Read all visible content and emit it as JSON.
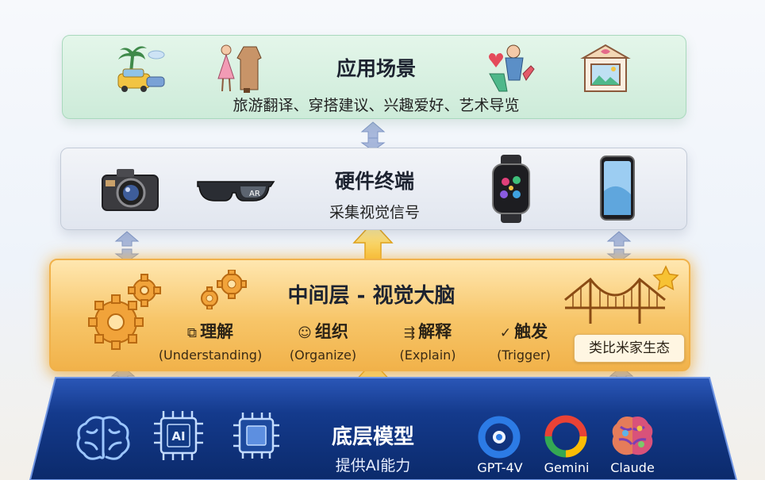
{
  "layers": {
    "application": {
      "title": "应用场景",
      "subtitle": "旅游翻译、穿搭建议、兴趣爱好、艺术导览"
    },
    "hardware": {
      "title": "硬件终端",
      "subtitle": "采集视觉信号",
      "ar_text": "AR"
    },
    "middle": {
      "title": "中间层 - 视觉大脑",
      "functions": [
        {
          "name": "理解",
          "en": "(Understanding)"
        },
        {
          "name": "组织",
          "en": "(Organize)"
        },
        {
          "name": "解释",
          "en": "(Explain)"
        },
        {
          "name": "触发",
          "en": "(Trigger)"
        }
      ],
      "ecosystem": "类比米家生态"
    },
    "base": {
      "title": "底层模型",
      "subtitle": "提供AI能力",
      "chip_text": "AI",
      "models": [
        "GPT-4V",
        "Gemini",
        "Claude"
      ]
    }
  },
  "colors": {
    "application_bg": "#d8f0e1",
    "hardware_bg": "#e6eaf1",
    "middle_bg": "#f7c568",
    "base_bg": "#0f2f78",
    "arrow_blue": "#8fa4cf",
    "arrow_yellow": "#f7c233"
  }
}
